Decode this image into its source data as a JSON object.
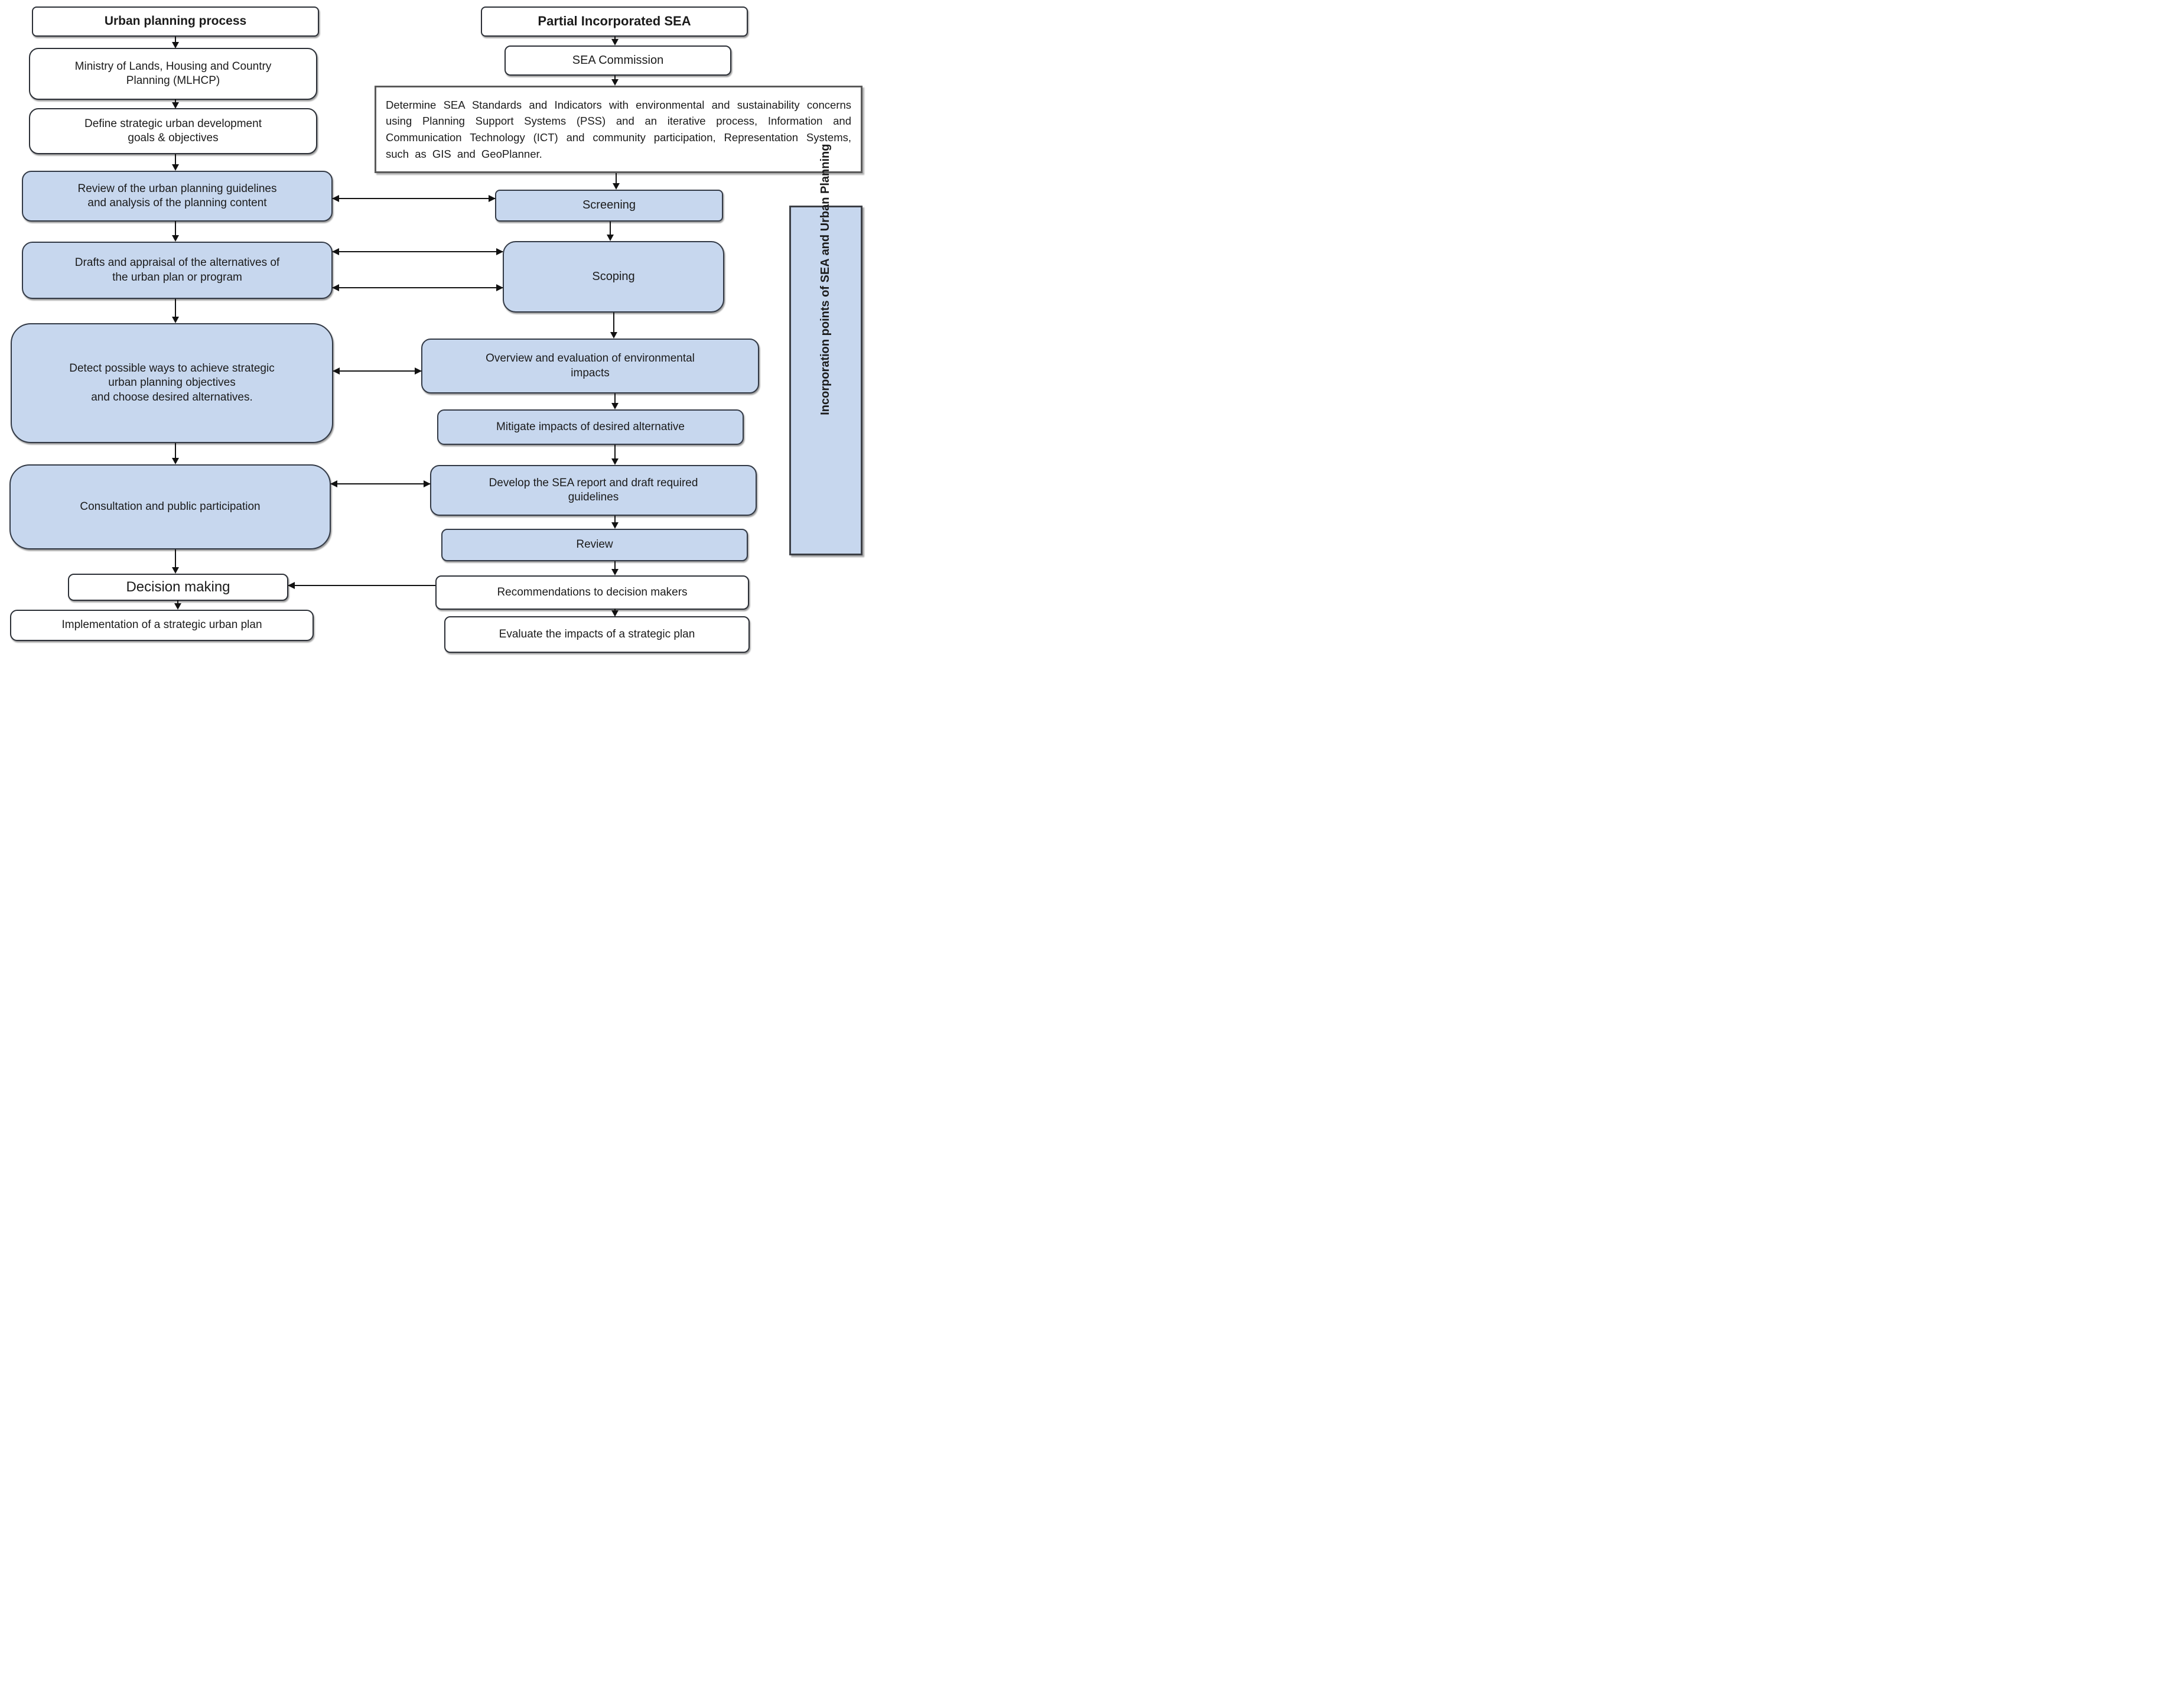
{
  "diagram": {
    "type": "flowchart",
    "left_column_title": "Urban planning process",
    "right_column_title": "Partial Incorporated SEA"
  },
  "nodes": {
    "urban_planning_process": {
      "label": "Urban planning process"
    },
    "mlhcp": {
      "label": "Ministry of Lands, Housing and Country\nPlanning (MLHCP)"
    },
    "define_goals": {
      "label": "Define strategic urban development\ngoals & objectives"
    },
    "review_guidelines": {
      "label": "Review of the urban planning guidelines\nand analysis of the planning content"
    },
    "drafts_appraisal": {
      "label": "Drafts and appraisal of the alternatives of\nthe urban plan or program"
    },
    "detect_ways": {
      "label": "Detect possible ways to achieve strategic\nurban planning objectives\nand choose desired alternatives."
    },
    "consultation": {
      "label": "Consultation and public participation"
    },
    "decision_making": {
      "label": "Decision making"
    },
    "implementation": {
      "label": "Implementation of a strategic urban plan"
    },
    "partial_sea": {
      "label": "Partial Incorporated SEA"
    },
    "sea_commission": {
      "label": "SEA Commission"
    },
    "determine_standards": {
      "label": "Determine SEA Standards and Indicators with environmental and sustainability concerns using Planning Support Systems (PSS) and an iterative process, Information and Communication Technology (ICT) and community participation, Representation Systems, such as GIS and GeoPlanner."
    },
    "screening": {
      "label": "Screening"
    },
    "scoping": {
      "label": "Scoping"
    },
    "overview_impacts": {
      "label": "Overview and evaluation of environmental\nimpacts"
    },
    "mitigate_impacts": {
      "label": "Mitigate impacts of desired alternative"
    },
    "develop_report": {
      "label": "Develop the SEA report and draft required\nguidelines"
    },
    "review_sea": {
      "label": "Review"
    },
    "recommendations": {
      "label": "Recommendations to decision makers"
    },
    "evaluate_impacts": {
      "label": "Evaluate the impacts of a strategic plan"
    },
    "incorporation_points": {
      "label": "Incorporation points of SEA and Urban Planning"
    }
  },
  "colors": {
    "node_fill_blue": "#c7d7ee",
    "node_fill_white": "#ffffff",
    "border_dark": "#2b2f36",
    "arrow": "#121212",
    "background": "#ffffff"
  }
}
